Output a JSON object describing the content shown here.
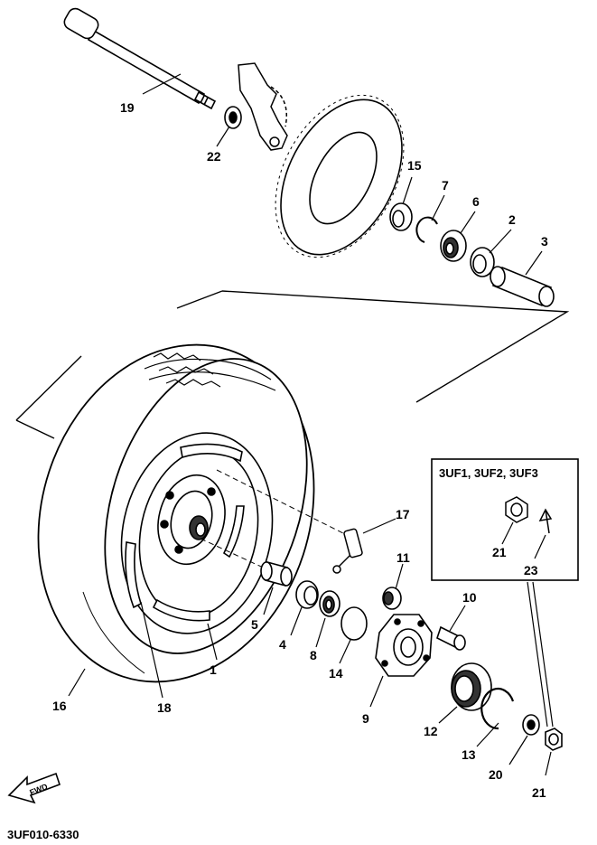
{
  "diagram_code": "3UF010-6330",
  "inset": {
    "title": "3UF1, 3UF2, 3UF3",
    "parts": [
      "21",
      "23"
    ]
  },
  "fwd_label": "FWD",
  "parts": [
    {
      "id": "p1",
      "number": "1"
    },
    {
      "id": "p2",
      "number": "2"
    },
    {
      "id": "p3",
      "number": "3"
    },
    {
      "id": "p4",
      "number": "4"
    },
    {
      "id": "p5",
      "number": "5"
    },
    {
      "id": "p6",
      "number": "6"
    },
    {
      "id": "p7",
      "number": "7"
    },
    {
      "id": "p8",
      "number": "8"
    },
    {
      "id": "p9",
      "number": "9"
    },
    {
      "id": "p10",
      "number": "10"
    },
    {
      "id": "p11",
      "number": "11"
    },
    {
      "id": "p12",
      "number": "12"
    },
    {
      "id": "p13",
      "number": "13"
    },
    {
      "id": "p14",
      "number": "14"
    },
    {
      "id": "p15",
      "number": "15"
    },
    {
      "id": "p16",
      "number": "16"
    },
    {
      "id": "p17",
      "number": "17"
    },
    {
      "id": "p18",
      "number": "18"
    },
    {
      "id": "p19",
      "number": "19"
    },
    {
      "id": "p20",
      "number": "20"
    },
    {
      "id": "p21",
      "number": "21"
    },
    {
      "id": "p22",
      "number": "22"
    }
  ]
}
